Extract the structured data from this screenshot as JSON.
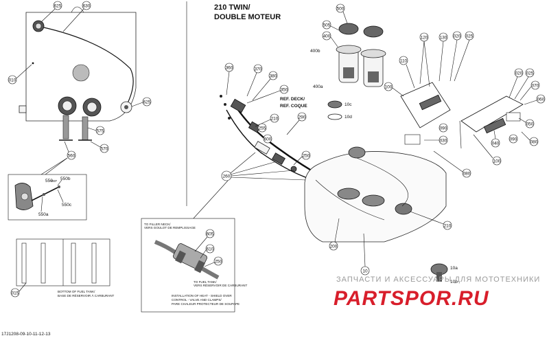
{
  "diagram": {
    "title_line1": "210 TWIN/",
    "title_line2": "DOUBLE MOTEUR",
    "ref_deck_1": "REF. DECK/",
    "ref_deck_2": "REF. COQUE",
    "bottom_note_1": "BOTTOM OF FUEL TANK/",
    "bottom_note_2": "BASE DE RÉSERVOIR À CARBURANT",
    "inset_to_filler_1": "TO FILLER NECK/",
    "inset_to_filler_2": "VERS GOULOT DE REMPLISSAGE",
    "inset_to_fuel_1": "TO FUEL TANK/",
    "inset_to_fuel_2": "VERS RÉSERVOIR DE CARBURANT",
    "inset_caption_1": "INSTALLATION OF HEAT - SHIELD OVER",
    "inset_caption_2": "CONTROL - VALVE AND CLAMPS/",
    "inset_caption_3": "PARE CHALEUR PROTECTEUR DE SOUPAPE",
    "ref_word": "REF",
    "code": "17J1208-09-10-11-12-13",
    "watermark_line1": "ЗАПЧАСТИ И АКСЕССУАРЫ ДЛЯ МОТОТЕХНИКИ",
    "watermark_line2": "PARTSPOR.RU",
    "callouts": {
      "c625a": "625",
      "c630": "630",
      "c010": "010",
      "c625b": "625",
      "c575": "575",
      "c570": "570",
      "c560": "560",
      "c550b": "550b",
      "c550": "550",
      "c550a": "550a",
      "c550c": "550c",
      "c015": "015",
      "c360": "360",
      "c370": "370",
      "c380": "380",
      "c350": "350",
      "c210a": "210",
      "c255": "255",
      "c290": "290",
      "c600": "600",
      "c250": "250",
      "c260": "260",
      "c605": "605",
      "c610": "610",
      "c250b": "250",
      "c500": "500",
      "c505": "505",
      "c400": "400",
      "c400b": "400b",
      "c400a": "400a",
      "c10c": "10c",
      "c10d": "10d",
      "c200": "200",
      "c10": "10",
      "c210b": "210",
      "c10a": "10a",
      "c10b": "10b",
      "c110": "110",
      "c120": "120",
      "c130": "130",
      "c020a": "020",
      "c025a": "025",
      "c100a": "100",
      "c090a": "090",
      "c030": "030",
      "c080a": "080",
      "c020b": "020",
      "c025b": "025",
      "c070": "070",
      "c060": "060",
      "c050": "050",
      "c040": "040",
      "c090b": "090",
      "c080b": "080",
      "c100b": "100"
    }
  },
  "colors": {
    "line": "#111111",
    "watermark_red": "#d81e2b",
    "watermark_gray": "#9a9a9a"
  }
}
